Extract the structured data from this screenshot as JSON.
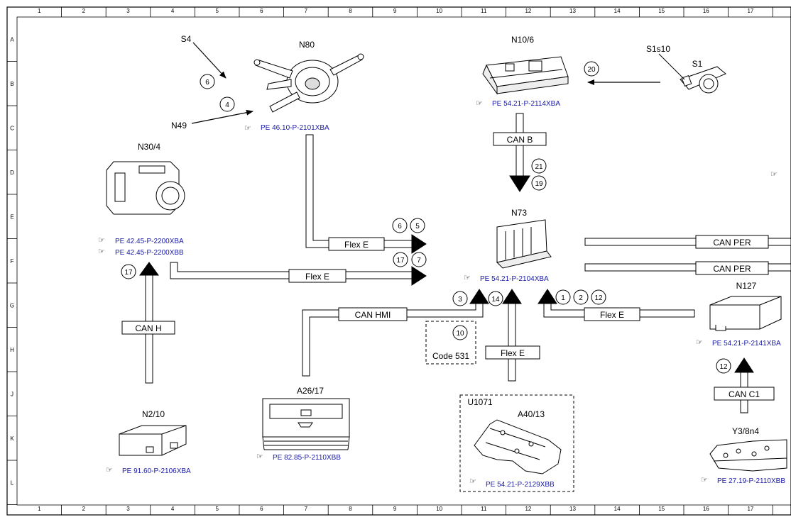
{
  "grid": {
    "columns": [
      "1",
      "2",
      "3",
      "4",
      "5",
      "6",
      "7",
      "8",
      "9",
      "10",
      "11",
      "12",
      "13",
      "14",
      "15",
      "16",
      "17"
    ],
    "rows": [
      "A",
      "B",
      "C",
      "D",
      "E",
      "F",
      "G",
      "H",
      "J",
      "K",
      "L"
    ]
  },
  "components": {
    "s4": "S4",
    "n49": "N49",
    "n80": "N80",
    "n10_6": "N10/6",
    "s1s10": "S1s10",
    "s1": "S1",
    "n30_4": "N30/4",
    "n73": "N73",
    "n127": "N127",
    "a26_17": "A26/17",
    "n2_10": "N2/10",
    "u1071": "U1071",
    "a40_13": "A40/13",
    "y3_8n4": "Y3/8n4"
  },
  "refs": {
    "n80": "PE 46.10-P-2101XBA",
    "n10_6": "PE 54.21-P-2114XBA",
    "n30_4_a": "PE 42.45-P-2200XBA",
    "n30_4_b": "PE 42.45-P-2200XBB",
    "n73": "PE 54.21-P-2104XBA",
    "n127": "PE 54.21-P-2141XBA",
    "a26_17": "PE 82.85-P-2110XBB",
    "n2_10": "PE 91.60-P-2106XBA",
    "a40_13": "PE 54.21-P-2129XBB",
    "y3_8n4": "PE 27.19-P-2110XBB"
  },
  "buses": {
    "can_b": "CAN B",
    "flex_e_1": "Flex E",
    "flex_e_2": "Flex E",
    "flex_e_3": "Flex E",
    "flex_e_4": "Flex E",
    "can_per_1": "CAN PER",
    "can_per_2": "CAN PER",
    "can_hmi": "CAN HMI",
    "can_h": "CAN H",
    "can_c1": "CAN C1"
  },
  "callouts": {
    "c6a": "6",
    "c4": "4",
    "c20": "20",
    "c21": "21",
    "c19": "19",
    "c6b": "6",
    "c5": "5",
    "c17a": "17",
    "c7": "7",
    "c17b": "17",
    "c3": "3",
    "c14": "14",
    "c1": "1",
    "c2": "2",
    "c12a": "12",
    "c10": "10",
    "c12b": "12"
  },
  "code_box": "Code 531"
}
